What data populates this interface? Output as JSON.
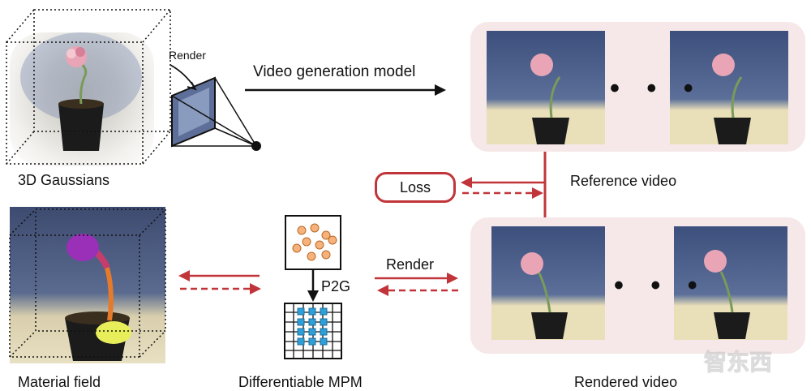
{
  "labels": {
    "gaussians": "3D Gaussians",
    "render_small": "Render",
    "video_gen": "Video generation model",
    "reference": "Reference video",
    "loss": "Loss",
    "material": "Material field",
    "p2g": "P2G",
    "mpm": "Differentiable MPM",
    "render": "Render",
    "rendered": "Rendered video",
    "watermark": "智东西"
  },
  "colors": {
    "accent_red": "#c1353a",
    "panel_pink": "#f6e8e8",
    "particle_orange": "#f6b27a",
    "grid_blue": "#2f9fd8"
  },
  "icons": {
    "camera": "camera-frustum-icon",
    "particles": "particles-icon",
    "grid": "grid-icon"
  }
}
